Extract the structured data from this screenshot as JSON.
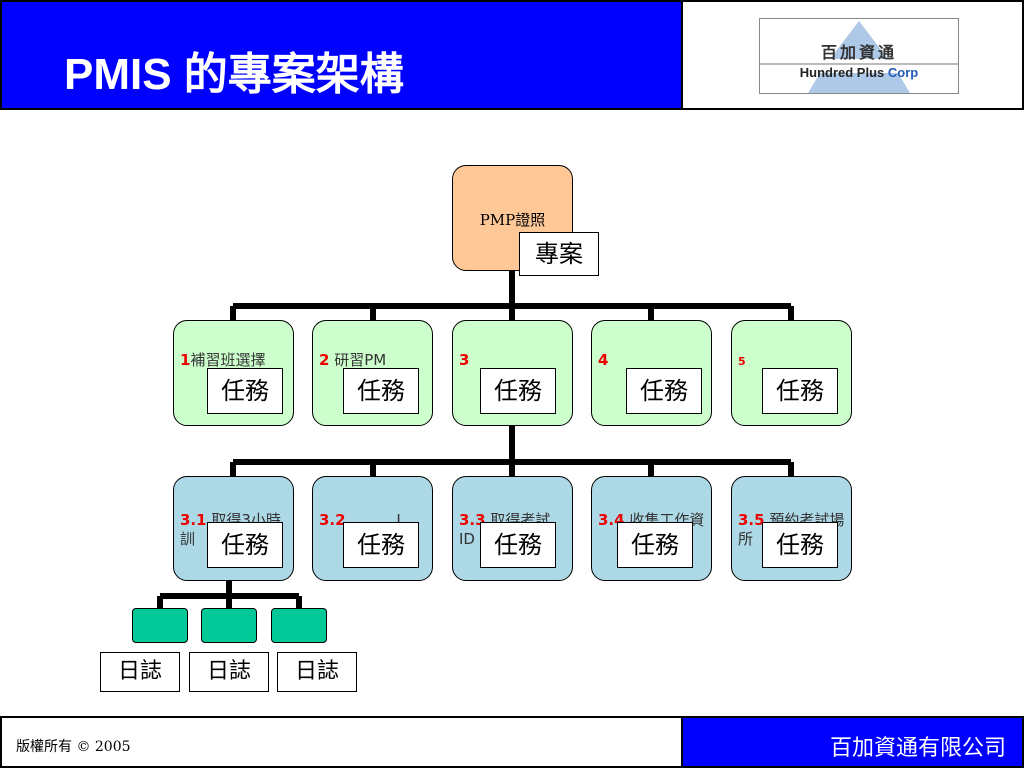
{
  "header": {
    "title": "PMIS 的專案架構",
    "logo": {
      "name_cn": "百加資通",
      "name_en_a": "Hundred Plus",
      "name_en_b": "Corp"
    }
  },
  "diagram": {
    "root": {
      "label": "PMP證照",
      "tag": "專案"
    },
    "level1": [
      {
        "num": "1",
        "label": "補習班選擇",
        "tag": "任務"
      },
      {
        "num": "2",
        "label": "研習PM",
        "tag": "任務"
      },
      {
        "num": "3",
        "label": "",
        "tag": "任務"
      },
      {
        "num": "4",
        "label": "",
        "tag": "任務"
      },
      {
        "num": "5",
        "label": "",
        "tag": "任務"
      }
    ],
    "level2": [
      {
        "num": "3.1",
        "label": "取得3小時訓",
        "tag": "任務"
      },
      {
        "num": "3.2",
        "label": "I",
        "tag": "任務"
      },
      {
        "num": "3.3",
        "label": "取得考試ID",
        "tag": "任務"
      },
      {
        "num": "3.4",
        "label": "收集工作資",
        "tag": "任務"
      },
      {
        "num": "3.5",
        "label": "預約考試場所",
        "tag": "任務"
      }
    ],
    "logs": [
      "日誌",
      "日誌",
      "日誌"
    ]
  },
  "footer": {
    "copyright": "版權所有 © 2005",
    "company": "百加資通有限公司"
  },
  "colors": {
    "header_blue": "#0000ff",
    "root_fill": "#ffc896",
    "level1_fill": "#ccffcc",
    "level2_fill": "#add8e6",
    "leaf_fill": "#00c896",
    "number_red": "#ee0000"
  }
}
